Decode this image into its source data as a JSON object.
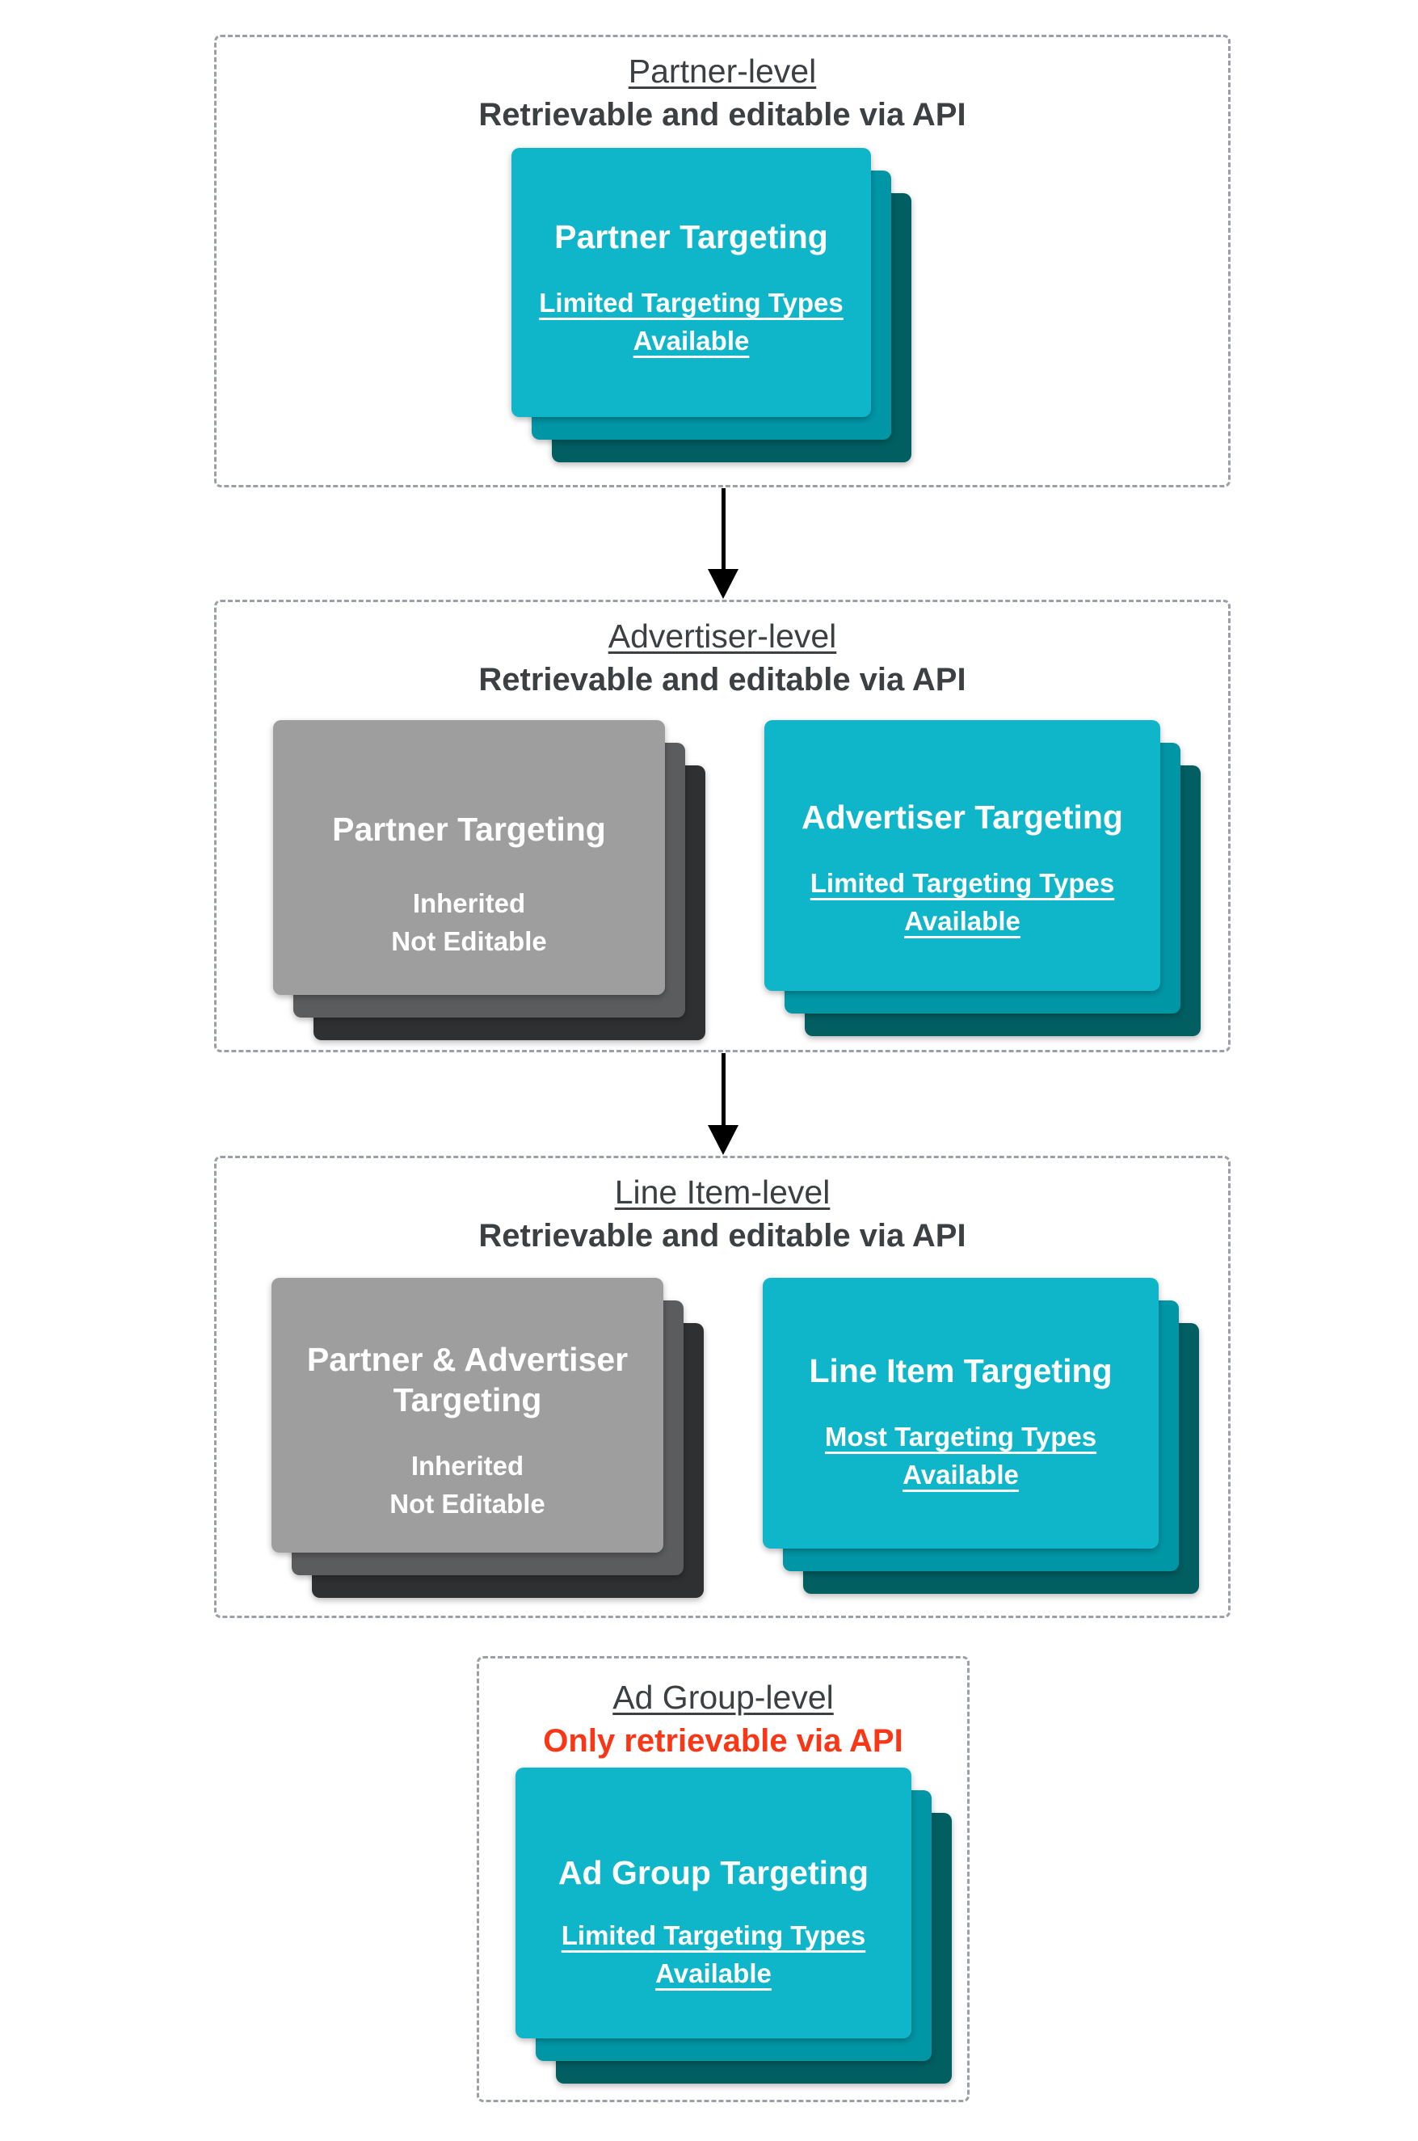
{
  "colors": {
    "teal": "#0fb5c9",
    "teal_mid": "#0096a6",
    "teal_dark": "#015f62",
    "gray": "#9e9e9e",
    "gray_mid": "#5b5c5e",
    "gray_dark": "#2f3032",
    "heading": "#3c4043",
    "red": "#f93616",
    "border": "#9aa0a6",
    "arrow": "#000000",
    "card_text": "#ffffff"
  },
  "sections": [
    {
      "level_title": "Partner-level",
      "subtitle": "Retrievable and editable via API",
      "cards": [
        {
          "variant": "teal",
          "title": "Partner Targeting",
          "body": "Limited Targeting Types Available",
          "body_underlined": true
        }
      ]
    },
    {
      "level_title": "Advertiser-level",
      "subtitle": "Retrievable and editable via API",
      "cards": [
        {
          "variant": "gray",
          "title": "Partner Targeting",
          "body_lines": [
            "Inherited",
            "Not Editable"
          ],
          "body_underlined": false
        },
        {
          "variant": "teal",
          "title": "Advertiser Targeting",
          "body": "Limited Targeting Types Available",
          "body_underlined": true
        }
      ]
    },
    {
      "level_title": "Line Item-level",
      "subtitle": "Retrievable and editable via API",
      "cards": [
        {
          "variant": "gray",
          "title": "Partner & Advertiser Targeting",
          "body_lines": [
            "Inherited",
            "Not Editable"
          ],
          "body_underlined": false
        },
        {
          "variant": "teal",
          "title": "Line Item Targeting",
          "body": "Most Targeting Types Available",
          "body_underlined": true
        }
      ]
    },
    {
      "level_title": "Ad Group-level",
      "subtitle": "Only retrievable via API",
      "subtitle_emphasis": "red",
      "cards": [
        {
          "variant": "teal",
          "title": "Ad Group Targeting",
          "body": "Limited Targeting Types Available",
          "body_underlined": true
        }
      ]
    }
  ]
}
